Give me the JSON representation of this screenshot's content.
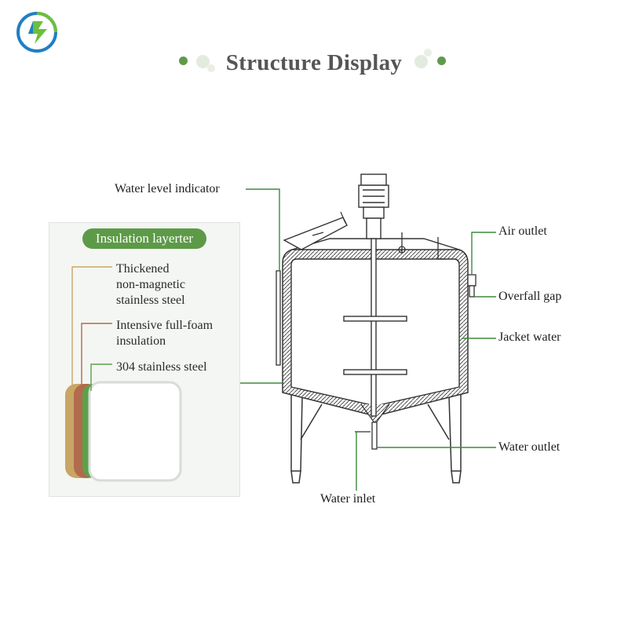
{
  "header": {
    "title": "Structure Display"
  },
  "insulation_panel": {
    "heading": "Insulation layerter",
    "layers": [
      {
        "lines": [
          "Thickened",
          "non-magnetic",
          "stainless steel"
        ],
        "color": "#c9a566"
      },
      {
        "lines": [
          "Intensive full-foam",
          "insulation"
        ],
        "color": "#b26b4c"
      },
      {
        "lines": [
          "304 stainless steel"
        ],
        "color": "#5aa24a"
      }
    ]
  },
  "callouts": {
    "water_level_indicator": "Water level indicator",
    "air_outlet": "Air outlet",
    "overfall_gap": "Overfall gap",
    "jacket_water": "Jacket water",
    "water_outlet": "Water outlet",
    "water_inlet": "Water inlet"
  },
  "colors": {
    "accent_green": "#5d9a48",
    "leader_green": "#3d8a3a"
  }
}
